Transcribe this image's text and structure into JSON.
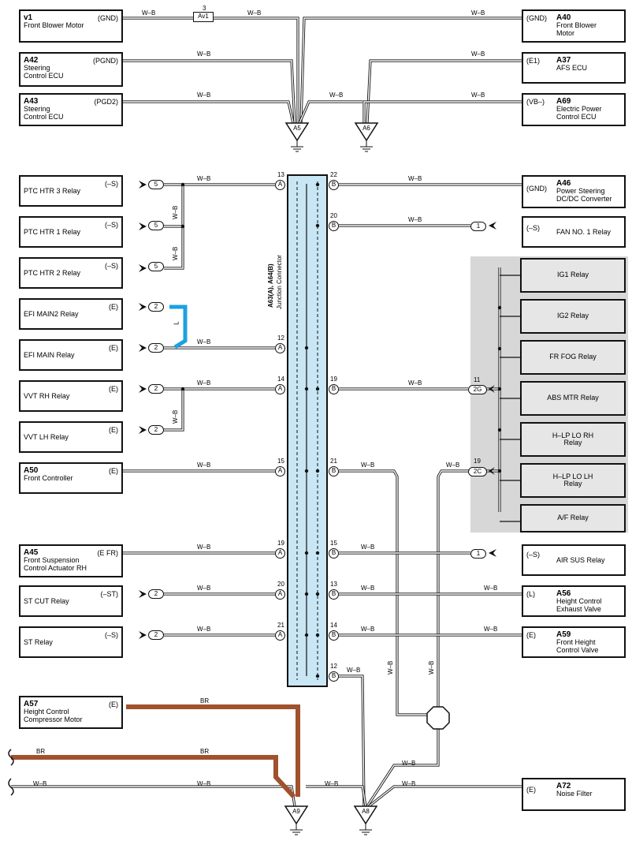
{
  "top": {
    "v1": {
      "code": "v1",
      "name": "Front Blower Motor",
      "pin": "(GND)"
    },
    "a42": {
      "code": "A42",
      "name": "Steering\nControl ECU",
      "pin": "(PGND)"
    },
    "a43": {
      "code": "A43",
      "name": "Steering\nControl ECU",
      "pin": "(PGD2)"
    },
    "a40": {
      "code": "A40",
      "name": "Front Blower\nMotor",
      "pin": "(GND)"
    },
    "a37": {
      "code": "A37",
      "name": "AFS ECU",
      "pin": "(E1)"
    },
    "a69": {
      "code": "A69",
      "name": "Electric Power\nControl ECU",
      "pin": "(VB–)"
    },
    "av1": {
      "label": "Av1",
      "num": "3"
    },
    "wire": "W–B",
    "ground_a5": "A5",
    "ground_a6": "A6"
  },
  "left": [
    {
      "name": "PTC HTR 3 Relay",
      "pin": "(–S)",
      "conn": "5"
    },
    {
      "name": "PTC HTR 1 Relay",
      "pin": "(–S)",
      "conn": "5"
    },
    {
      "name": "PTC HTR 2 Relay",
      "pin": "(–S)",
      "conn": "5"
    },
    {
      "name": "EFI MAIN2 Relay",
      "pin": "(E)",
      "conn": "2"
    },
    {
      "name": "EFI MAIN Relay",
      "pin": "(E)",
      "conn": "2"
    },
    {
      "name": "VVT RH Relay",
      "pin": "(E)",
      "conn": "2"
    },
    {
      "name": "VVT LH Relay",
      "pin": "(E)",
      "conn": "2"
    },
    {
      "code": "A50",
      "name": "Front Controller",
      "pin": "(E)"
    },
    {
      "code": "A45",
      "name": "Front Suspension\nControl Actuator RH",
      "pin": "(E FR)"
    },
    {
      "name": "ST CUT Relay",
      "pin": "(–ST)",
      "conn": "2"
    },
    {
      "name": "ST Relay",
      "pin": "(–S)",
      "conn": "2"
    },
    {
      "code": "A57",
      "name": "Height Control\nCompressor Motor",
      "pin": "(E)"
    }
  ],
  "right": [
    {
      "code": "A46",
      "name": "Power Steering\nDC/DC Converter",
      "pin": "(GND)"
    },
    {
      "name": "FAN NO. 1 Relay",
      "pin": "(–S)",
      "conn": "1"
    },
    {
      "name": "AIR SUS Relay",
      "pin": "(–S)",
      "conn": "1"
    },
    {
      "code": "A56",
      "name": "Height Control\nExhaust Valve",
      "pin": "(L)"
    },
    {
      "code": "A59",
      "name": "Front Height\nControl Valve",
      "pin": "(E)"
    },
    {
      "code": "A72",
      "name": "Noise Filter",
      "pin": "(E)"
    }
  ],
  "gray": [
    "IG1 Relay",
    "IG2 Relay",
    "FR FOG Relay",
    "ABS MTR Relay",
    "H–LP LO RH\nRelay",
    "H–LP LO LH\nRelay",
    "A/F Relay"
  ],
  "junction": {
    "title": "A63(A), A64(B)",
    "subtitle": "Junction Connector"
  },
  "pins": {
    "a13": "13",
    "a12": "12",
    "a14": "14",
    "a15": "15",
    "a19": "19",
    "a20": "20",
    "a21": "21",
    "b22": "22",
    "b20": "20",
    "b19": "19",
    "b21": "21",
    "b15": "15",
    "b13": "13",
    "b14": "14",
    "b12": "12",
    "g11": "11",
    "g19": "19"
  },
  "conn": {
    "A": "A",
    "B": "B",
    "c2G": "2G",
    "c2C": "2C"
  },
  "wires": {
    "wb": "W–B",
    "l": "L",
    "br": "BR"
  },
  "ground_a9": "A9",
  "ground_a8": "A8",
  "colors": {
    "junction": "#c9e6f5",
    "l_wire": "#1ea0e0",
    "br_wire": "#a0522d",
    "gray_panel": "#d7d7d7"
  }
}
